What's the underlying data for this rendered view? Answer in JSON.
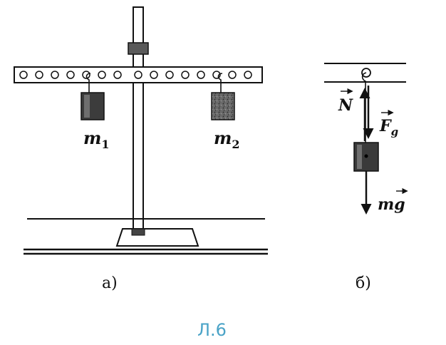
{
  "panel_a": {
    "mass1_label": "m",
    "mass1_sub": "1",
    "mass2_label": "m",
    "mass2_sub": "2",
    "caption": "а)"
  },
  "panel_b": {
    "normal_label": "N",
    "gravity_label": "F",
    "gravity_sub": "g",
    "weight_label": "mg",
    "caption": "б)"
  },
  "figure_caption": "Л.6",
  "colors": {
    "ink": "#111111",
    "weight_dark": "#3a3a3a",
    "caption": "#4aa3c7"
  }
}
